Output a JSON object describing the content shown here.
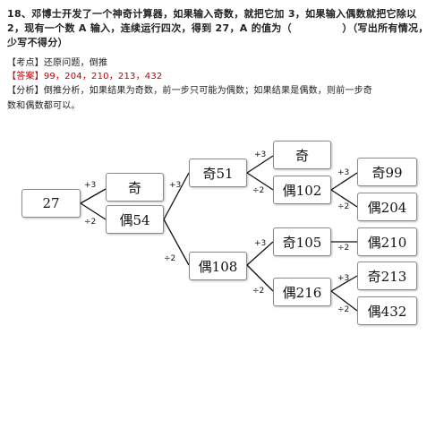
{
  "question": {
    "line1": "18、邓博士开发了一个神奇计算器，如果输入奇数，就把它加 3，如果输入偶数就把它除以",
    "line2": "2，现有一个数 A 输入，连续运行四次，得到 27，A 的值为（　　　　　）（写出所有情况，",
    "line3": "少写不得分）"
  },
  "kaodian": {
    "tag": "【考点】",
    "text": "还原问题，倒推"
  },
  "answer": {
    "tag": "【答案】",
    "text": "99，204，210，213，432"
  },
  "analysis": {
    "tag": "【分析】",
    "line1": "倒推分析，如果结果为奇数，前一步只可能为偶数；如果结果是偶数，则前一步奇",
    "line2": "数和偶数都可以。"
  },
  "tree": {
    "root": "27",
    "n_odd1": "奇",
    "n_even54": "偶54",
    "n_odd51": "奇51",
    "n_even108": "偶108",
    "n_odd_top": "奇",
    "n_even102": "偶102",
    "n_odd105": "奇105",
    "n_even216": "偶216",
    "n_odd99": "奇99",
    "n_even204": "偶204",
    "n_even210": "偶210",
    "n_odd213": "奇213",
    "n_even432": "偶432",
    "op_add": "+3",
    "op_div": "÷2"
  }
}
